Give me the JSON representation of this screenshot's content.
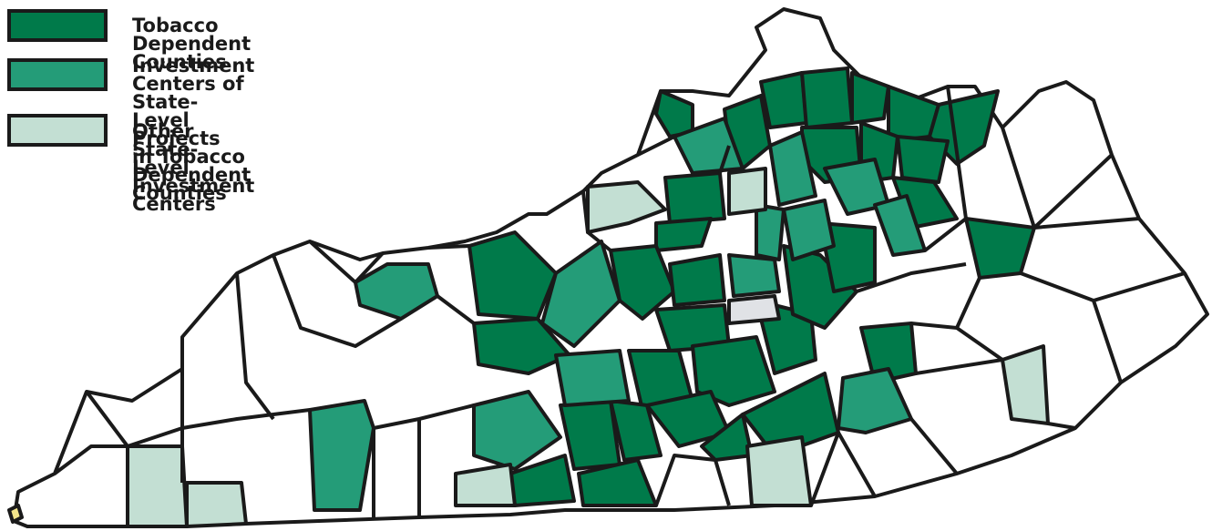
{
  "legend": [
    {
      "label": "Tobacco Dependent Counties",
      "color": "#007a4a"
    },
    {
      "label": "Investment Centers of State-Level Projects\nin Tobacco Dependent Counties",
      "color": "#249c78"
    },
    {
      "label": "Other State-Level Investment Centers",
      "color": "#c3dfd3"
    }
  ],
  "colors": {
    "tobacco_dependent": "#007a4a",
    "investment_center_tobacco": "#249c78",
    "other_investment_center": "#c3dfd3",
    "county_default": "#ffffff",
    "special_county": "#e0e2e6",
    "outline": "#1a1a1a"
  }
}
